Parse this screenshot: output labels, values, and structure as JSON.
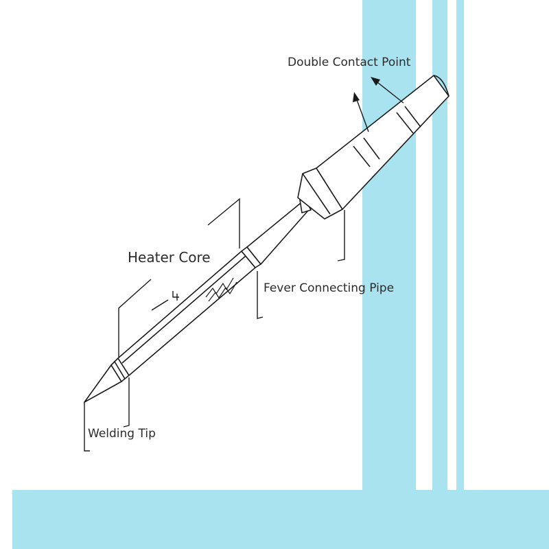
{
  "labels": {
    "double_contact_point": "Double Contact Point",
    "heater_core": "Heater Core",
    "fever_connecting_pipe": "Fever Connecting Pipe",
    "welding_tip": "Welding Tip",
    "core_marking": "—  4"
  },
  "colors": {
    "background": "#ffffff",
    "stand": "#a9e3ef",
    "line": "#1a1a1a",
    "text": "#2b2b2b"
  }
}
